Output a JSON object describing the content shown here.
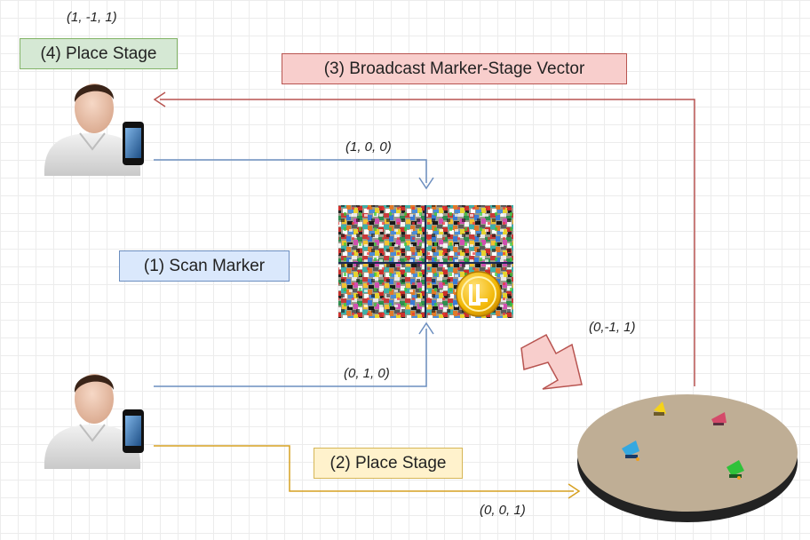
{
  "steps": {
    "scan_marker": "(1) Scan Marker",
    "place_stage_2": "(2) Place Stage",
    "broadcast": "(3) Broadcast Marker-Stage Vector",
    "place_stage_4": "(4) Place Stage"
  },
  "coords": {
    "top_user": "(1, -1, 1)",
    "to_marker_top": "(1, 0, 0)",
    "to_marker_bottom": "(0, 1, 0)",
    "stage": "(0,-1, 1)",
    "to_stage": "(0, 0, 1)"
  },
  "colors": {
    "blue_arrow": "#6c8ebf",
    "red_arrow": "#b85450",
    "orange_arrow": "#d6a020",
    "blue_fill": "#dae8fc",
    "red_fill": "#f8cecc",
    "green_fill": "#d5e8d4",
    "yellow_fill": "#fff2cc"
  },
  "icons": [
    "user-with-phone-icon",
    "noise-marker-image",
    "ar-stage-icon",
    "coin-logo-icon"
  ]
}
